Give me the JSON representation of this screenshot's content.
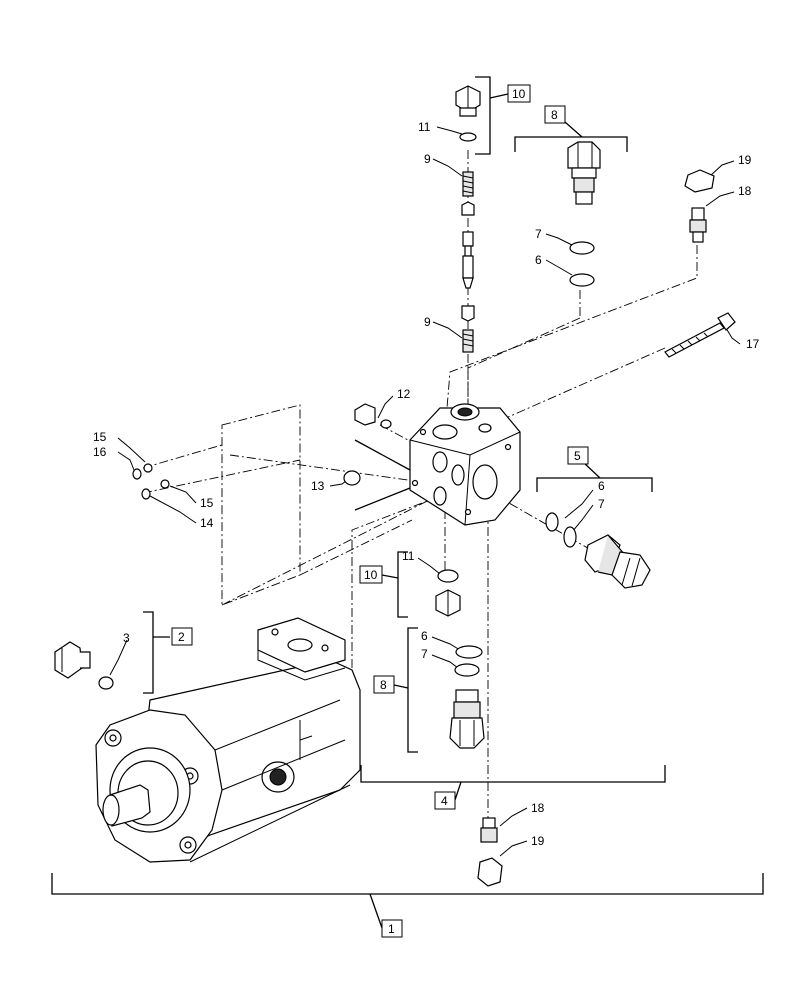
{
  "labels": {
    "c1": "1",
    "c2": "2",
    "c3": "3",
    "c4": "4",
    "c5": "5",
    "c6a": "6",
    "c6b": "6",
    "c6c": "6",
    "c7a": "7",
    "c7b": "7",
    "c7c": "7",
    "c8a": "8",
    "c8b": "8",
    "c9a": "9",
    "c9b": "9",
    "c10a": "10",
    "c10b": "10",
    "c11a": "11",
    "c11b": "11",
    "c12": "12",
    "c13": "13",
    "c14": "14",
    "c15a": "15",
    "c15b": "15",
    "c16": "16",
    "c17": "17",
    "c18a": "18",
    "c18b": "18",
    "c19a": "19",
    "c19b": "19"
  }
}
